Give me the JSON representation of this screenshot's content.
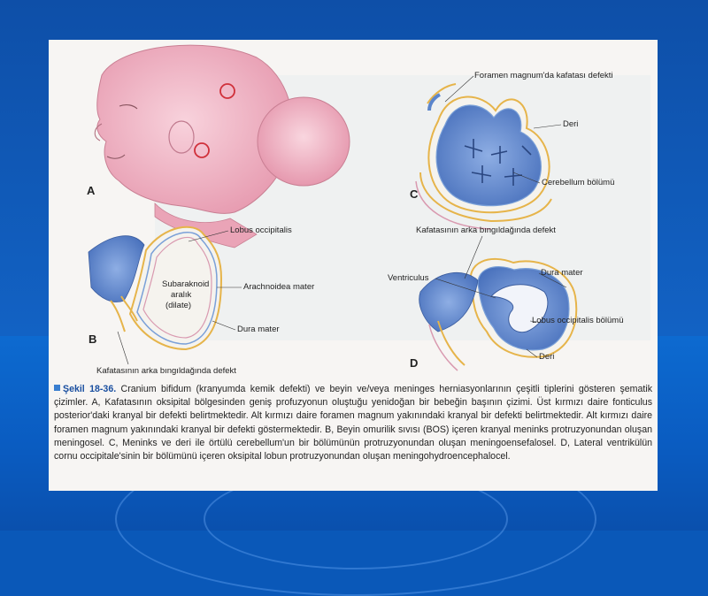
{
  "colors": {
    "background": "#0a58b8",
    "page": "#f7f5f3",
    "skin": "#f2b8c6",
    "tissue_blue": "#5b85cc",
    "accent_red": "#d0303a"
  },
  "panels": {
    "a": {
      "letter": "A"
    },
    "b": {
      "letter": "B",
      "labels": {
        "lobus_occipitalis": "Lobus occipitalis",
        "subarachnoid_1": "Subaraknoid",
        "subarachnoid_2": "aralık",
        "subarachnoid_3": "(dilate)",
        "arachnoidea": "Arachnoidea mater",
        "dura": "Dura mater",
        "defect": "Kafatasının arka bıngıldağında defekt"
      }
    },
    "c": {
      "letter": "C",
      "labels": {
        "foramen": "Foramen magnum'da kafatası defekti",
        "deri": "Deri",
        "cerebellum": "Cerebellum bölümü"
      }
    },
    "d": {
      "letter": "D",
      "labels": {
        "defect": "Kafatasının arka bıngıldağında defekt",
        "ventriculus": "Ventriculus",
        "dura": "Dura mater",
        "lobus": "Lobus occipitalis bölümü",
        "deri": "Deri"
      }
    }
  },
  "caption": {
    "title": "Şekil 18-36.",
    "text": "Cranium bifidum (kranyumda kemik defekti) ve beyin ve/veya meninges herniasyonlarının çeşitli tiplerini gösteren şematik çizimler. A, Kafatasının oksipital bölgesinden geniş profuzyonun oluştuğu yenidoğan bir bebeğin başının çizimi. Üst kırmızı daire fonticulus posterior'daki kranyal bir defekti belirtmektedir. Alt kırmızı daire foramen magnum yakınındaki kranyal bir defekti belirtmektedir. Alt kırmızı daire foramen magnum yakınındaki kranyal bir defekti göstermektedir. B, Beyin omurilik sıvısı (BOS) içeren kranyal meninks protruzyonundan oluşan meningosel. C, Meninks ve deri ile örtülü cerebellum'un bir bölümünün protruzyonundan oluşan meningoensefalosel. D, Lateral ventrikülün cornu occipitale'sinin bir bölümünü içeren oksipital lobun protruzyonundan oluşan meningohydroencephalocel."
  }
}
